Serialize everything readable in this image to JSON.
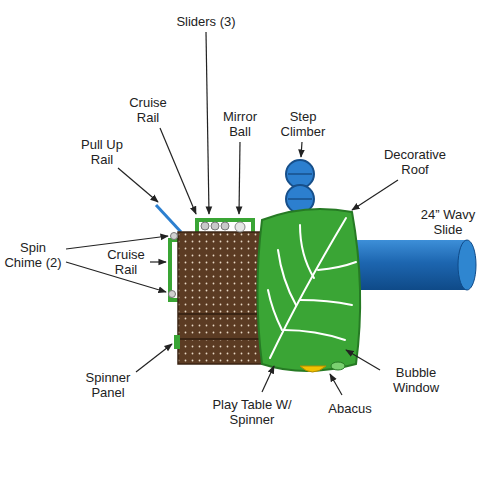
{
  "diagram": {
    "labels": [
      "Sliders (3)",
      "Cruise Rail",
      "Mirror Ball",
      "Step Climber",
      "Pull Up Rail",
      "Decorative Roof",
      "24” Wavy Slide",
      "Spin Chime (2)",
      "Cruise Rail",
      "Bubble Window",
      "Spinner Panel",
      "Play Table W/ Spinner",
      "Abacus"
    ]
  }
}
